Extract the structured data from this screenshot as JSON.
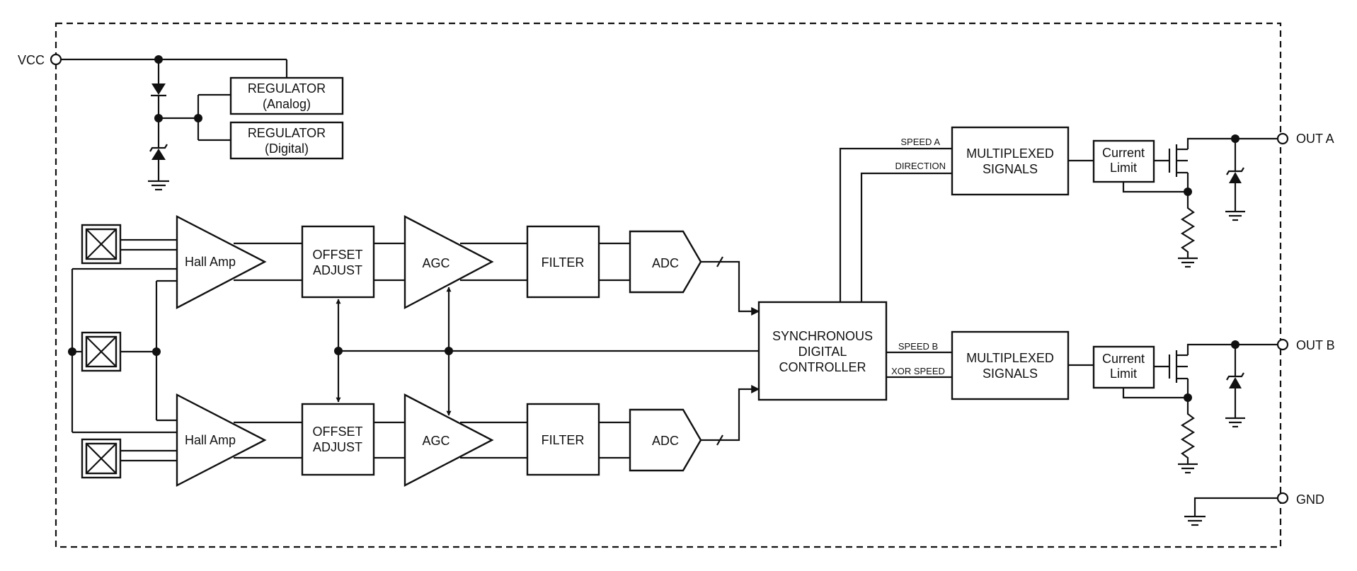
{
  "pins": {
    "vcc": "VCC",
    "out_a": "OUT A",
    "out_b": "OUT B",
    "gnd": "GND"
  },
  "blocks": {
    "regulator_analog": [
      "REGULATOR",
      "(Analog)"
    ],
    "regulator_digital": [
      "REGULATOR",
      "(Digital)"
    ],
    "hall_amp": "Hall Amp",
    "offset_adjust": [
      "OFFSET",
      "ADJUST"
    ],
    "agc": "AGC",
    "filter": "FILTER",
    "adc": "ADC",
    "controller": [
      "SYNCHRONOUS",
      "DIGITAL",
      "CONTROLLER"
    ],
    "mux": [
      "MULTIPLEXED",
      "SIGNALS"
    ],
    "current_limit": [
      "Current",
      "Limit"
    ]
  },
  "signals": {
    "speed_a": "SPEED A",
    "direction": "DIRECTION",
    "speed_b": "SPEED B",
    "xor_speed": "XOR SPEED"
  }
}
